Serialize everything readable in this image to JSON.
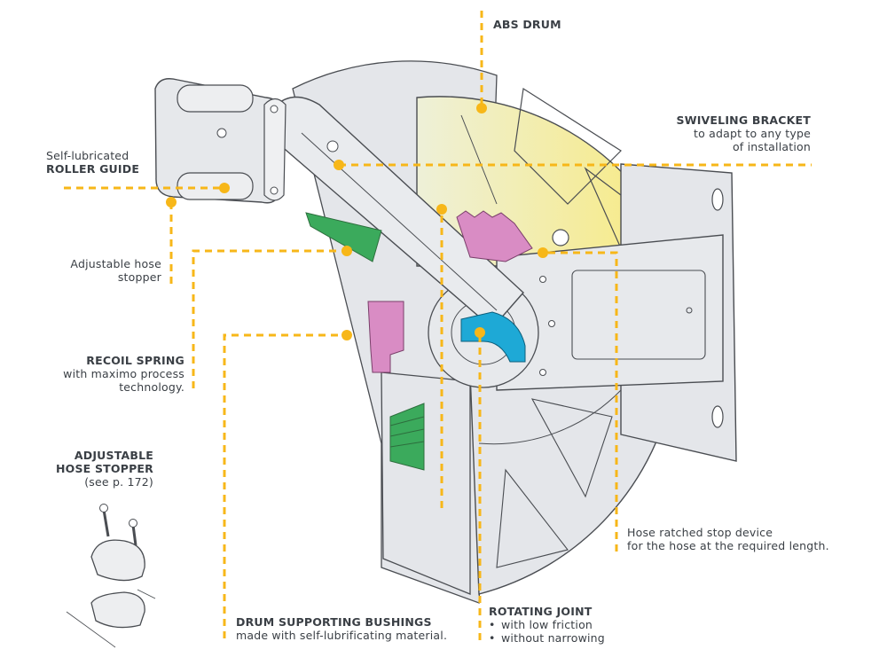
{
  "figure": {
    "title": "Hose reel exploded feature diagram",
    "accent_color": "#F7B719",
    "colors": {
      "drum": "#F4EC9E",
      "body": "#E4E6EA",
      "outline": "#4a4d52",
      "spring": "#3BAA5C",
      "ratchet": "#D98CC4",
      "joint": "#1EA9D6"
    }
  },
  "callouts": {
    "abs_drum": {
      "title": "ABS DRUM"
    },
    "swiveling_bracket": {
      "title": "SWIVELING BRACKET",
      "lines": [
        "to adapt to any type",
        "of installation"
      ]
    },
    "roller_guide": {
      "pre": "Self-lubricated",
      "title": "ROLLER GUIDE"
    },
    "hose_stopper_small": {
      "lines": [
        "Adjustable hose",
        "stopper"
      ]
    },
    "recoil_spring": {
      "title": "RECOIL SPRING",
      "lines": [
        "with maximo process",
        "technology."
      ]
    },
    "adjustable_hose_stopper": {
      "lines": [
        "ADJUSTABLE",
        "HOSE STOPPER"
      ],
      "ref": "(see p. 172)"
    },
    "ratchet_stop": {
      "lines": [
        "Hose ratched stop device",
        "for the hose at the required length."
      ]
    },
    "drum_bushings": {
      "title": "DRUM SUPPORTING BUSHINGS",
      "lines": [
        "made with self-lubrificating material."
      ]
    },
    "rotating_joint": {
      "title": "ROTATING JOINT",
      "bullets": [
        "with low friction",
        "without narrowing"
      ]
    }
  }
}
